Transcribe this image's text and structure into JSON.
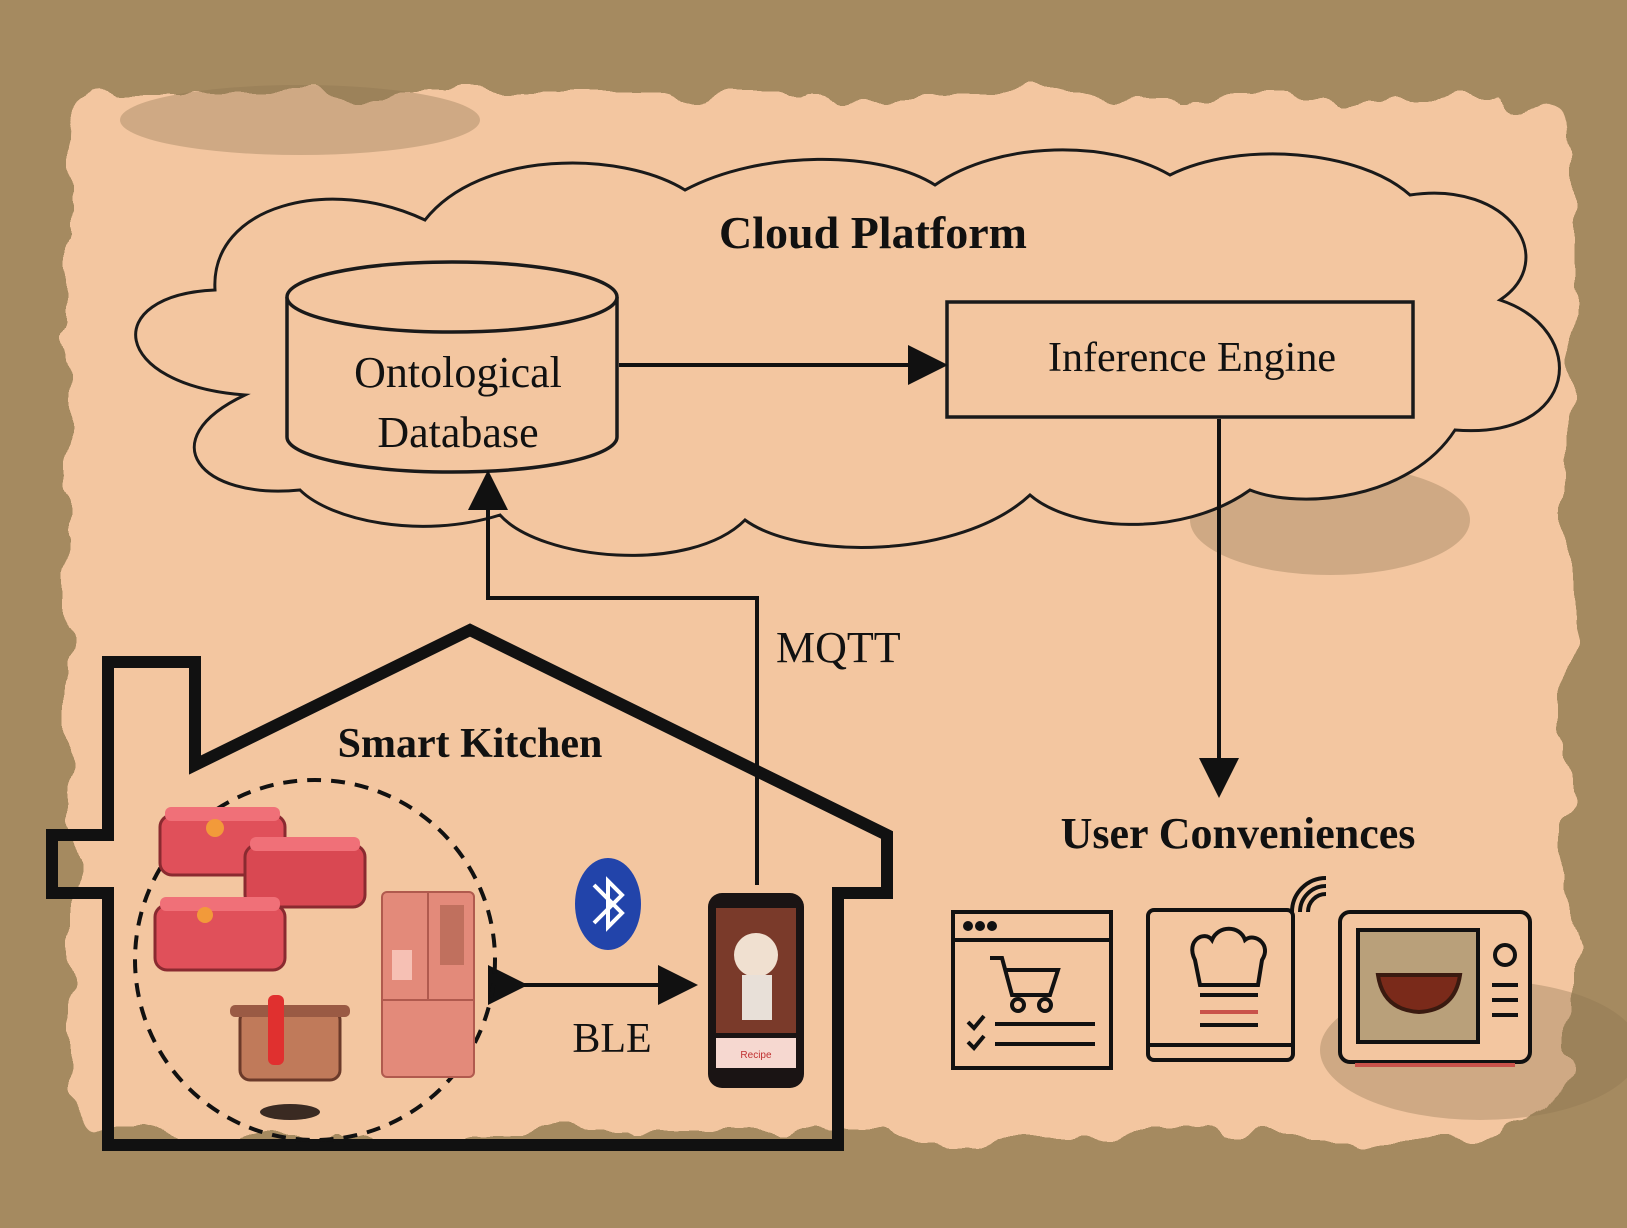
{
  "diagram": {
    "cloud": {
      "title": "Cloud Platform"
    },
    "database": {
      "line1": "Ontological",
      "line2": "Database"
    },
    "inference": {
      "label": "Inference Engine"
    },
    "links": {
      "mqtt": "MQTT",
      "ble": "BLE"
    },
    "kitchen": {
      "title": "Smart Kitchen",
      "devices": [
        "food-container-icon",
        "cooking-pot-icon",
        "refrigerator-icon"
      ]
    },
    "conveniences": {
      "title": "User Conveniences",
      "icons": [
        "shopping-list-icon",
        "recipe-book-icon",
        "smart-microwave-icon"
      ]
    },
    "phone": {
      "screen_text": "Recipe"
    },
    "colors": {
      "paper": "#f3c6a0",
      "stain": "#a58a60",
      "line": "#1a1a1a",
      "edge": "#c9524a",
      "container": "#e0505a"
    }
  }
}
